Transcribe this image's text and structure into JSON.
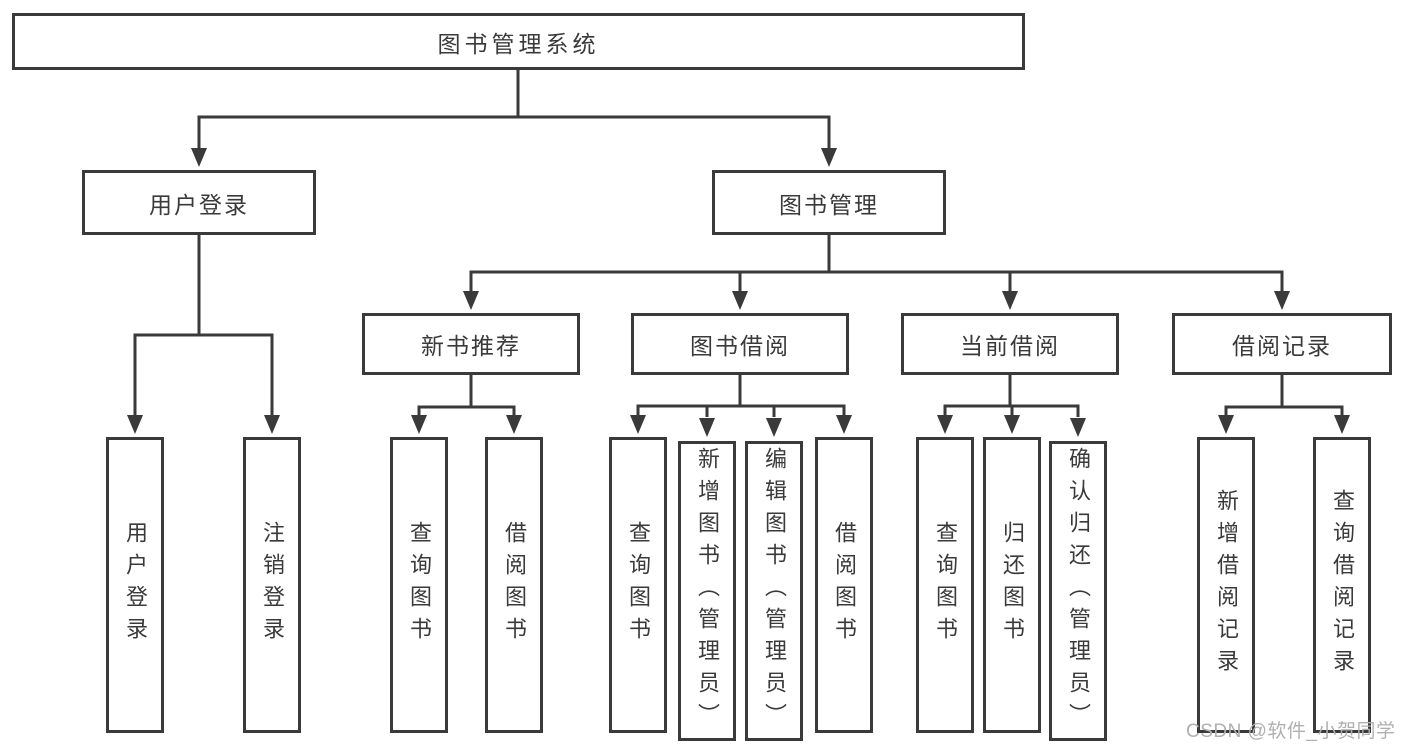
{
  "diagram_type": "hierarchy-tree",
  "colors": {
    "line": "#3a3a3a",
    "box_border": "#3a3a3a",
    "text": "#3a3a3a",
    "background": "#ffffff",
    "watermark": "#b0b0b0"
  },
  "tree": {
    "root": "图书管理系统",
    "branches": [
      {
        "label": "用户登录",
        "children": [
          "用户登录",
          "注销登录"
        ]
      },
      {
        "label": "图书管理",
        "sections": [
          {
            "label": "新书推荐",
            "children": [
              "查询图书",
              "借阅图书"
            ]
          },
          {
            "label": "图书借阅",
            "children": [
              "查询图书",
              "新增图书（管理员）",
              "编辑图书（管理员）",
              "借阅图书"
            ]
          },
          {
            "label": "当前借阅",
            "children": [
              "查询图书",
              "归还图书",
              "确认归还（管理员）"
            ]
          },
          {
            "label": "借阅记录",
            "children": [
              "新增借阅记录",
              "查询借阅记录"
            ]
          }
        ]
      }
    ]
  },
  "watermark": {
    "text": "CSDN @软件_小贺同学"
  }
}
